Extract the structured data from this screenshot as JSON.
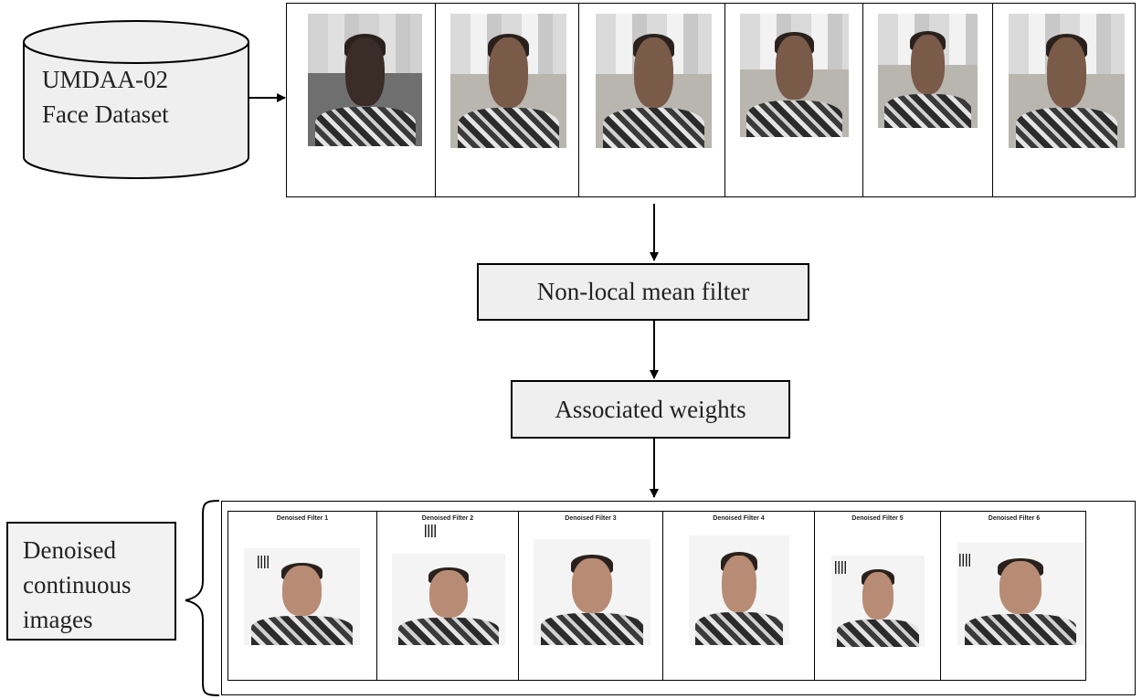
{
  "dataset": {
    "line1": "UMDAA-02",
    "line2": "Face Dataset"
  },
  "steps": {
    "filter": "Non-local mean filter",
    "weights": "Associated weights"
  },
  "output": {
    "line1": "Denoised",
    "line2": "continuous",
    "line3": "images"
  },
  "denoised_titles": [
    "Denoised Filter 1",
    "Denoised Filter 2",
    "Denoised Filter 3",
    "Denoised Filter 4",
    "Denoised Filter 5",
    "Denoised Filter 6"
  ],
  "colors": {
    "box_fill": "#efefef",
    "stroke": "#000000"
  }
}
